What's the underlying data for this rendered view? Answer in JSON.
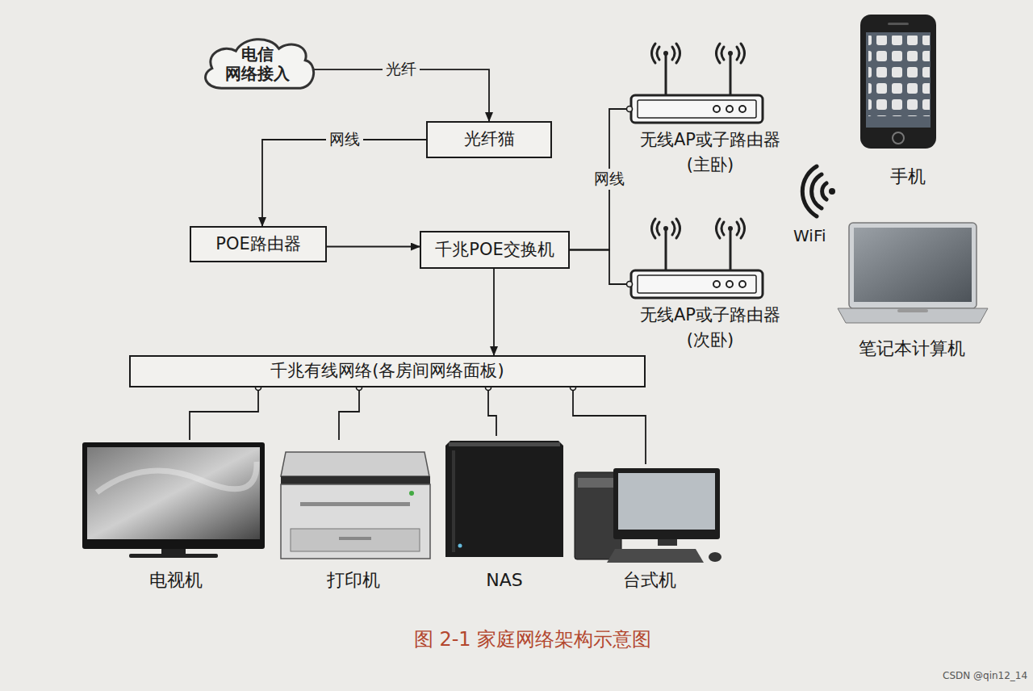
{
  "diagram": {
    "caption": "图 2-1 家庭网络架构示意图",
    "nodes": [
      {
        "text": [
          "电信 网络接入"
        ]
      },
      {
        "text": [
          "光纤猫"
        ]
      },
      {
        "text": [
          "POE路由器"
        ]
      },
      {
        "text": [
          "千兆POE交换机"
        ]
      },
      {
        "text": [
          "千兆有线网络(各房间网络面板)"
        ]
      },
      {
        "text": [
          "无线AP或子路由器 (主卧)"
        ]
      },
      {
        "text": [
          "无线AP或子路由器 (次卧)"
        ]
      },
      {
        "text": [
          "电视机"
        ]
      },
      {
        "text": [
          "打印机"
        ]
      },
      {
        "text": [
          "NAS"
        ]
      },
      {
        "text": [
          "台式机"
        ]
      },
      {
        "text": [
          "手机"
        ]
      },
      {
        "text": [
          "笔记本计算机"
        ]
      }
    ],
    "edges": [
      {
        "from": 0,
        "to": 1,
        "label": "光纤",
        "arrow": "to"
      },
      {
        "from": 1,
        "to": 2,
        "label": "网线",
        "arrow": "to"
      },
      {
        "from": 2,
        "to": 3,
        "arrow": "to"
      },
      {
        "from": 3,
        "to": 5,
        "label": "网线",
        "arrow": "none"
      },
      {
        "from": 3,
        "to": 6,
        "arrow": "none"
      },
      {
        "from": 3,
        "to": 4,
        "arrow": "to"
      },
      {
        "from": 4,
        "to": 7,
        "arrow": "none"
      },
      {
        "from": 4,
        "to": 8,
        "arrow": "none"
      },
      {
        "from": 4,
        "to": 9,
        "arrow": "none"
      },
      {
        "from": 4,
        "to": 10,
        "arrow": "none"
      }
    ],
    "labels": [
      "WiFi",
      "CSDN @qin12_14"
    ]
  }
}
